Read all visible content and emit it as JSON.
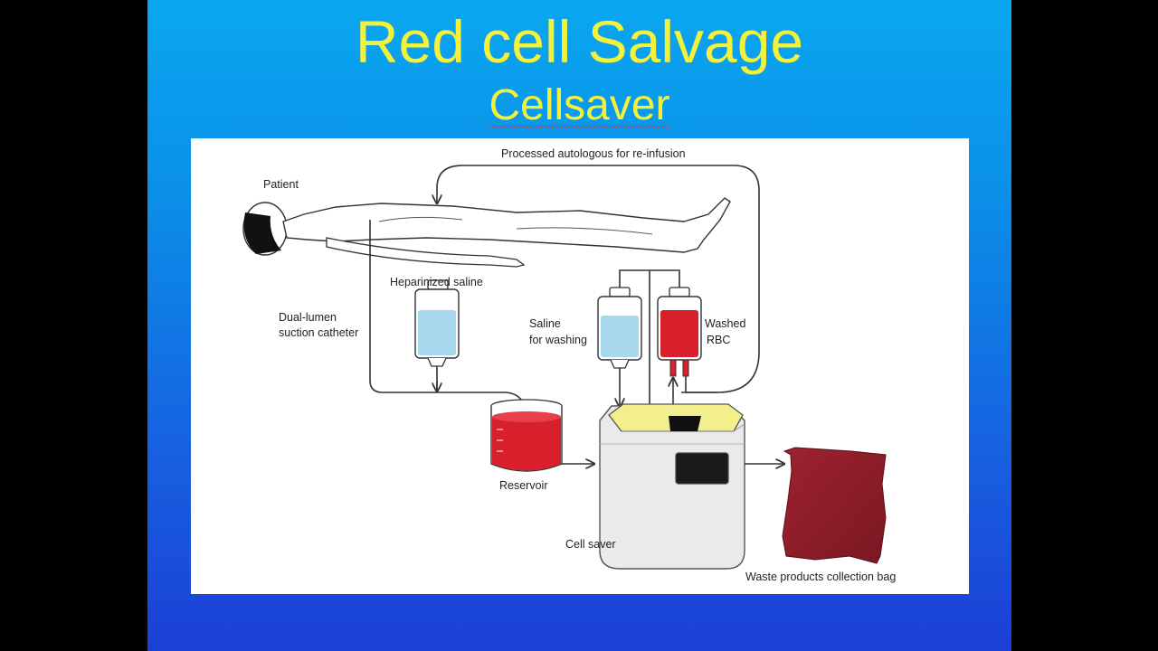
{
  "slide": {
    "title": "Red cell Salvage",
    "subtitle": "Cellsaver"
  },
  "diagram": {
    "labels": {
      "reinfusion": "Processed autologous for re-infusion",
      "patient": "Patient",
      "heparinized_saline": "Heparinized saline",
      "catheter_line1": "Dual-lumen",
      "catheter_line2": "suction catheter",
      "saline_line1": "Saline",
      "saline_line2": "for washing",
      "washed_line1": "Washed",
      "washed_line2": "RBC",
      "reservoir": "Reservoir",
      "cell_saver": "Cell saver",
      "waste_bag": "Waste products collection bag"
    },
    "colors": {
      "saline_fluid": "#a8d8ee",
      "blood": "#d8202c",
      "waste_bag": "#8f1d28",
      "machine_lid": "#f2ef8c",
      "machine_body": "#e9eaec"
    }
  }
}
